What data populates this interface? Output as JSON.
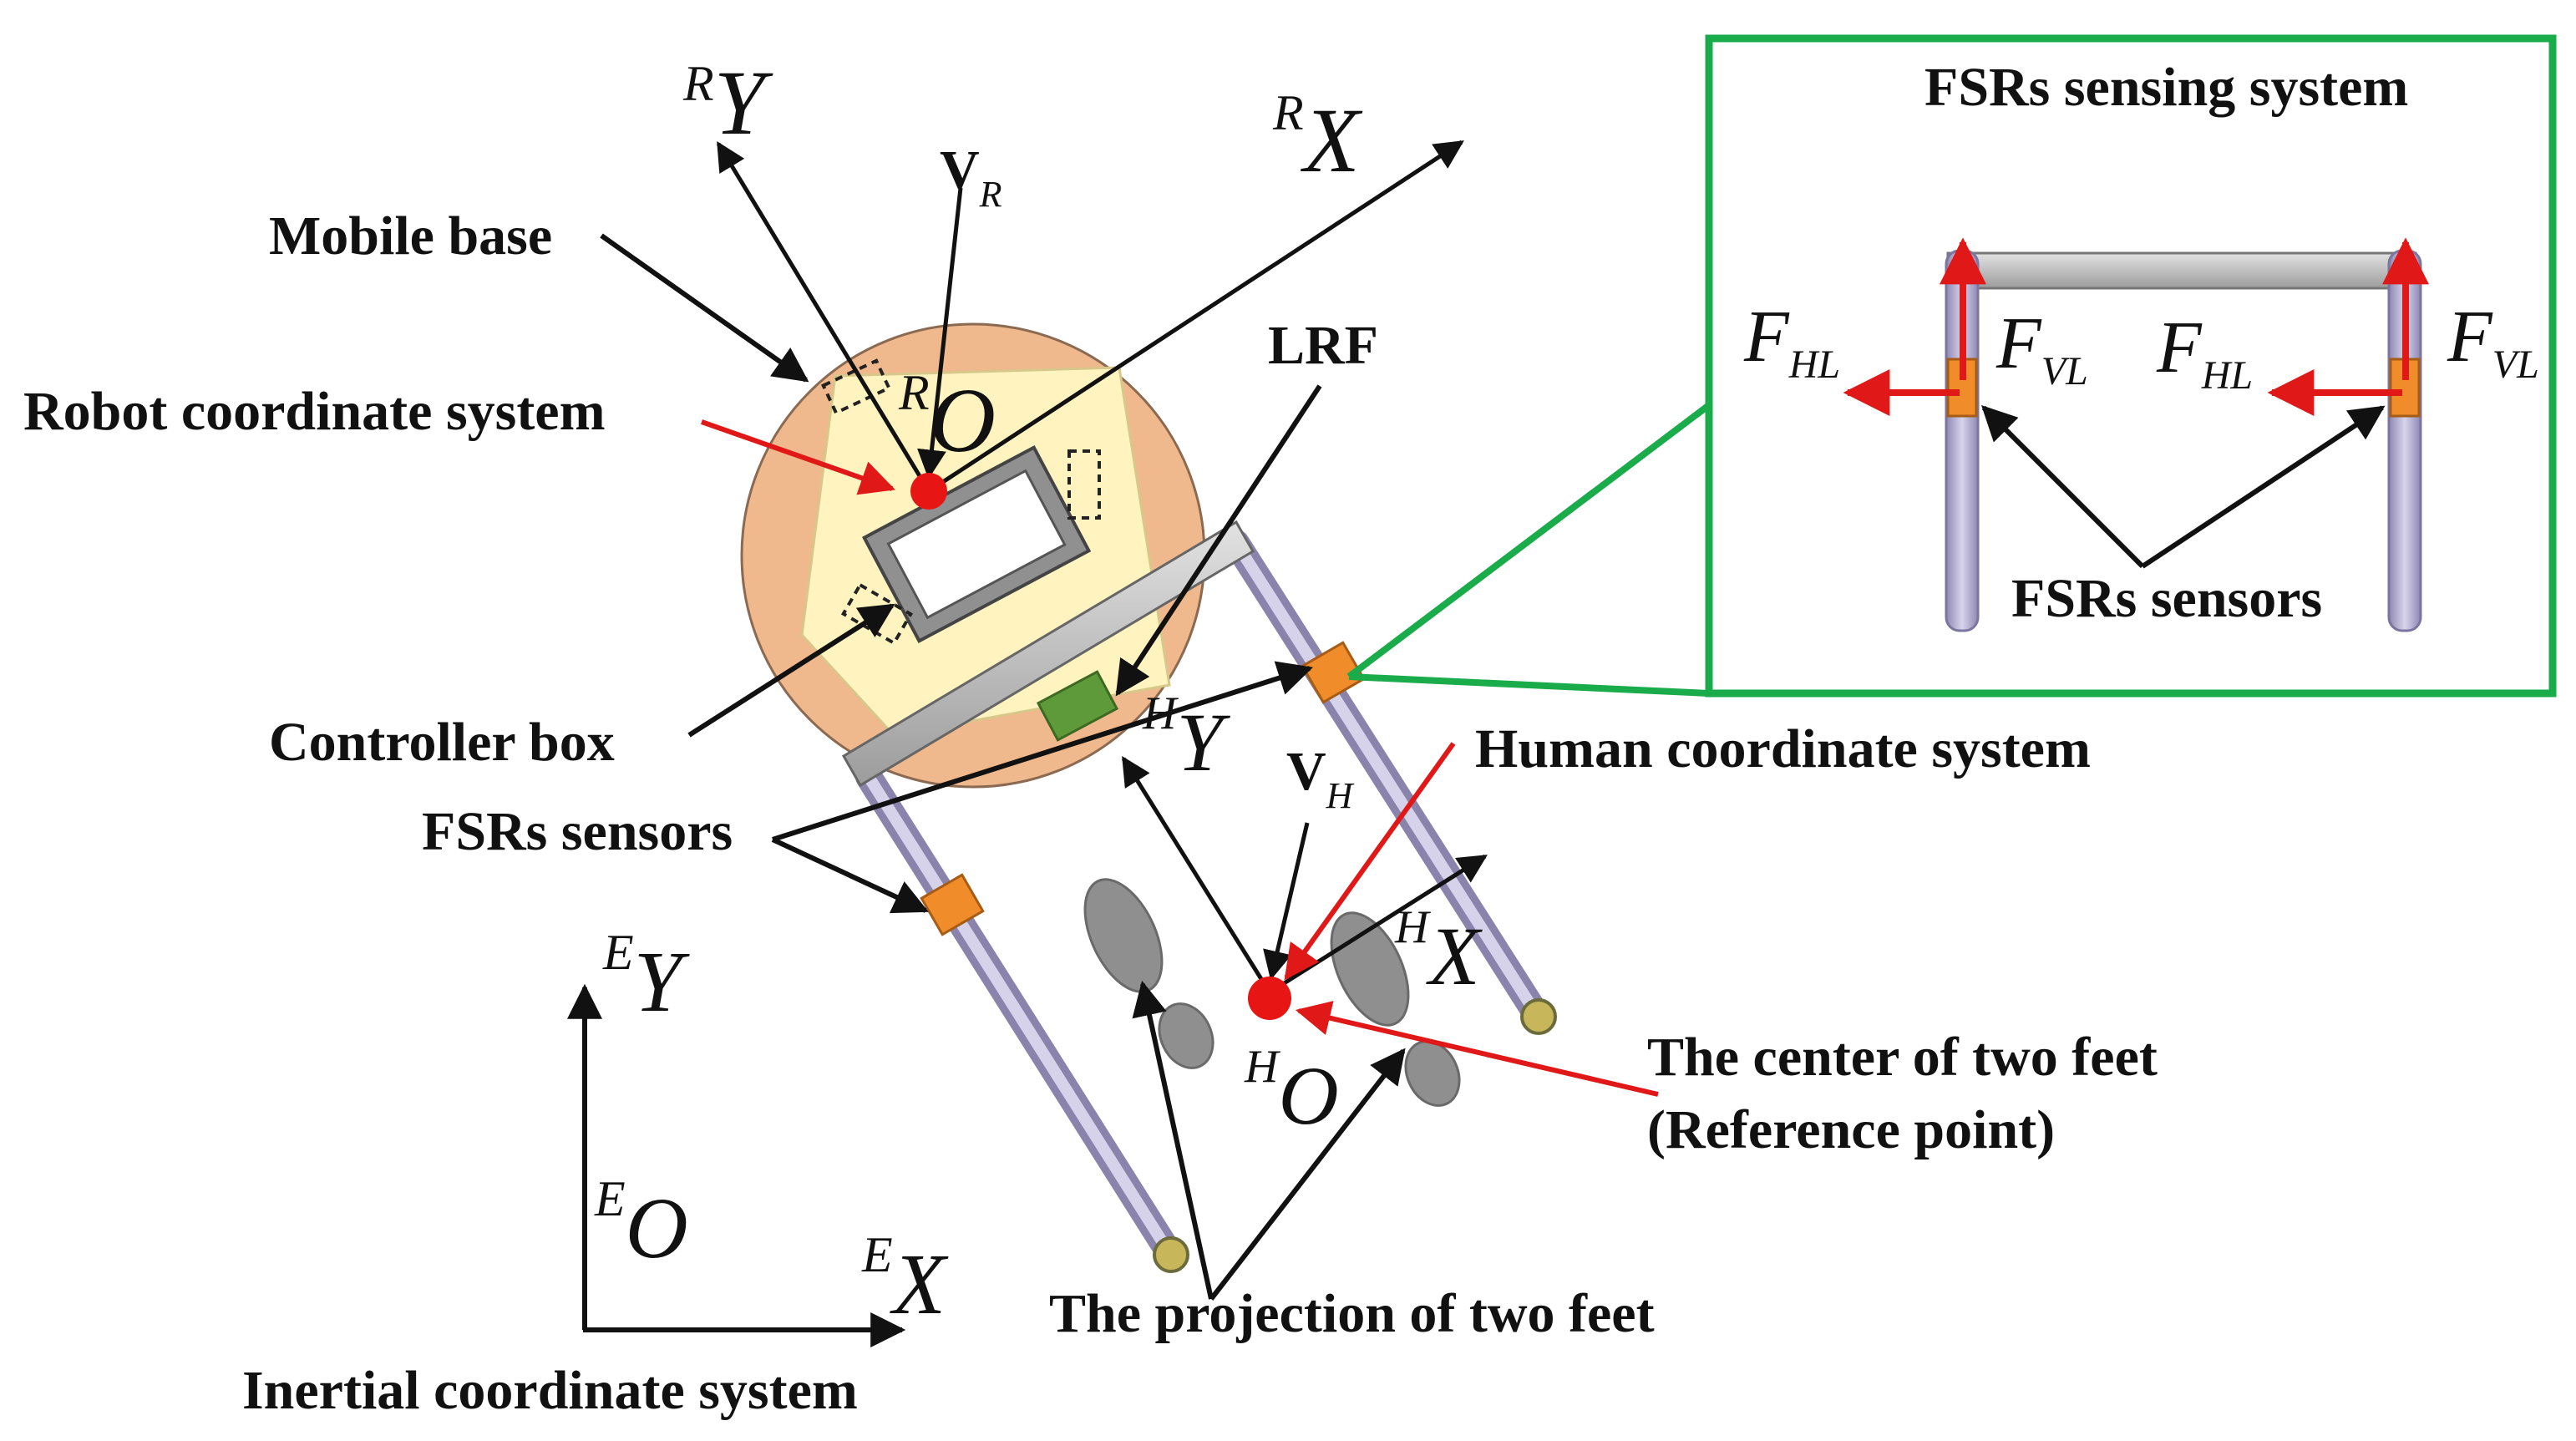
{
  "labels": {
    "mobile_base": "Mobile base",
    "robot_coord": "Robot coordinate system",
    "controller_box": "Controller box",
    "fsrs_sensors": "FSRs sensors",
    "lrf": "LRF",
    "human_coord": "Human coordinate system",
    "center_feet_1": "The center of two feet",
    "center_feet_2": "(Reference point)",
    "projection_feet": "The projection of two feet",
    "inertial_coord": "Inertial coordinate system"
  },
  "axes": {
    "robot_x": {
      "sup": "R",
      "main": "X"
    },
    "robot_y": {
      "sup": "R",
      "main": "Y"
    },
    "robot_o": {
      "sup": "R",
      "main": "O"
    },
    "velocity_r": {
      "main": "V",
      "sub": "R"
    },
    "human_x": {
      "sup": "H",
      "main": "X"
    },
    "human_y": {
      "sup": "H",
      "main": "Y"
    },
    "human_o": {
      "sup": "H",
      "main": "O"
    },
    "velocity_h": {
      "main": "V",
      "sub": "H"
    },
    "earth_x": {
      "sup": "E",
      "main": "X"
    },
    "earth_y": {
      "sup": "E",
      "main": "Y"
    },
    "earth_o": {
      "sup": "E",
      "main": "O"
    }
  },
  "inset": {
    "title": "FSRs sensing system",
    "sensors_label": "FSRs sensors",
    "force_hl_left": {
      "main": "F",
      "sub": "HL"
    },
    "force_vl_left": {
      "main": "F",
      "sub": "VL"
    },
    "force_hl_right": {
      "main": "F",
      "sub": "HL"
    },
    "force_vl_right": {
      "main": "F",
      "sub": "VL"
    }
  },
  "colors": {
    "inset_border": "#1aab4a",
    "force_arrow": "#e01818",
    "base_outer": "#f0b88d",
    "base_inner": "#fff3c0",
    "sensor": "#f08c2a",
    "lrf": "#5f9a3a",
    "leg": "#b9b3d4",
    "reference_point": "#e81515"
  }
}
